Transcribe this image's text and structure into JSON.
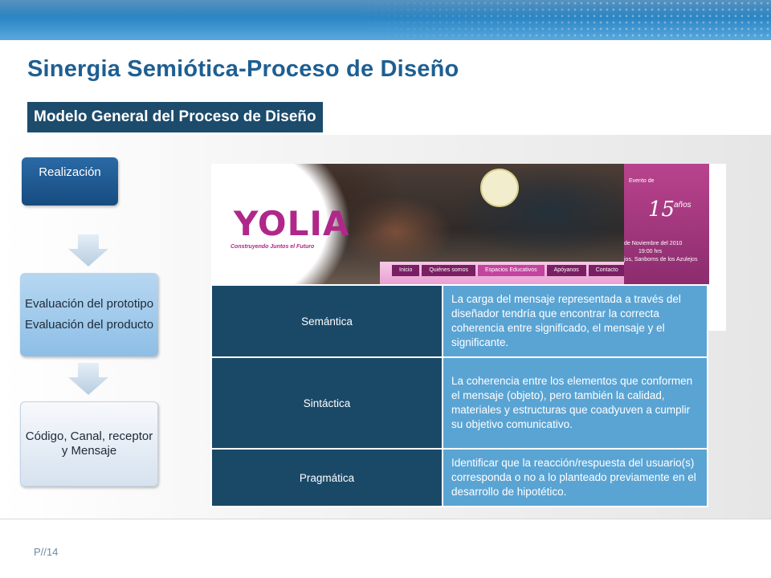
{
  "slide": {
    "title": "Sinergia Semiótica-Proceso de Diseño",
    "subtitle": "Modelo General del Proceso de Diseño",
    "page_number": "P//14"
  },
  "flow": {
    "step1": "Realización",
    "step2_lines": [
      "Evaluación del prototipo",
      "Evaluación del producto"
    ],
    "step3": "Código, Canal, receptor y Mensaje"
  },
  "website_image": {
    "logo": "YOLIA",
    "tagline": "Construyendo Juntos el Futuro",
    "nav": [
      "Inicio",
      "Quiénes somos",
      "Espacios Educativos",
      "Apóyanos",
      "Contacto"
    ],
    "poster": {
      "evento": "Evento de",
      "quince": "15",
      "anos": "años",
      "fecha": "de Noviembre del 2010",
      "hora": "19:00 hrs",
      "lugar": "jos, Sanborns de los Azulejos"
    }
  },
  "table": {
    "rows": [
      {
        "term": "Semántica",
        "description": "La carga del mensaje representada a través del diseñador tendría que encontrar la correcta coherencia entre significado, el mensaje y el significante."
      },
      {
        "term": "Sintáctica",
        "description": "La coherencia entre los elementos que conformen el mensaje (objeto), pero también la calidad, materiales y estructuras que coadyuven a cumplir su objetivo comunicativo."
      },
      {
        "term": "Pragmática",
        "description": "Identificar que la reacción/respuesta del usuario(s) corresponda o no a lo planteado previamente en el desarrollo de hipotético."
      }
    ]
  },
  "colors": {
    "title": "#1d5f93",
    "subtitle_bg": "#1c4b6c",
    "term_cell": "#1a4968",
    "desc_cell": "#5aa4d4"
  }
}
